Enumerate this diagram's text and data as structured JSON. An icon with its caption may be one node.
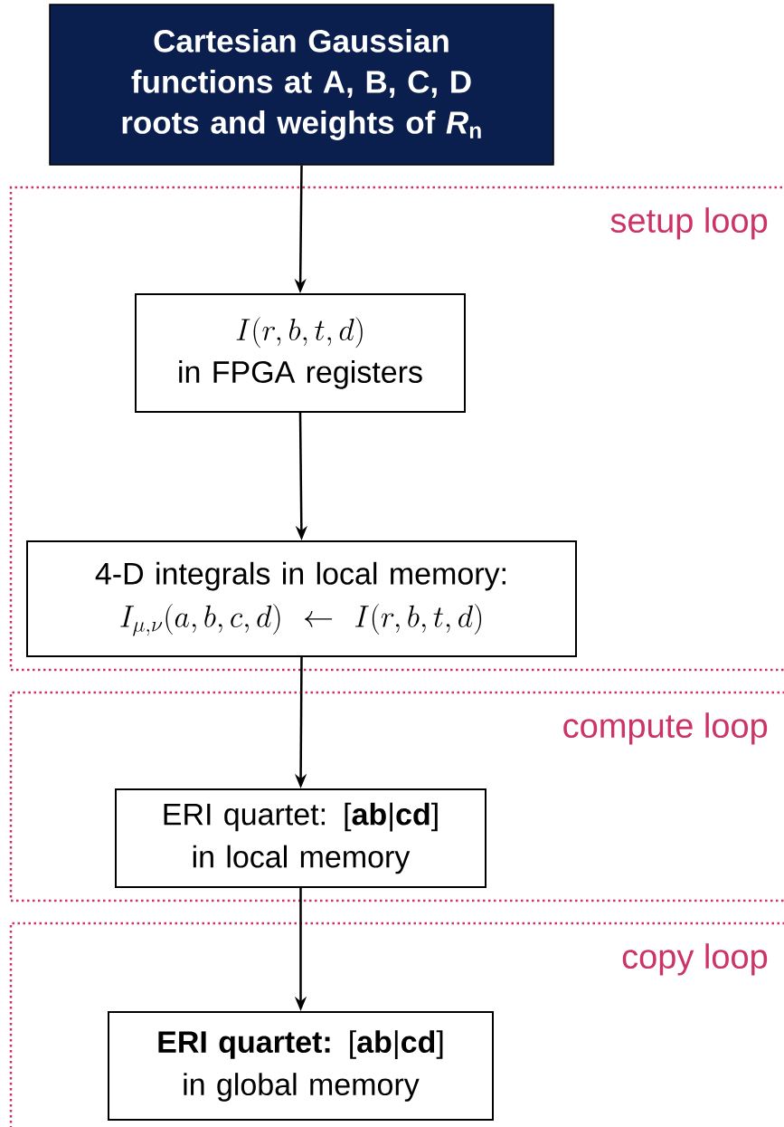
{
  "diagram": {
    "nodes": [
      {
        "text": [
          "Cartesian Gaussian functions at A, B, C, D",
          "roots and weights of *R*$_{n}$"
        ]
      },
      {
        "text": [
          "setup loop"
        ]
      },
      {
        "text": [
          "I(r,b,t,d)",
          "in FPGA registers"
        ],
        "in": 1
      },
      {
        "text": [
          "4-D integrals in local memory:",
          "I_{\\mu,\\nu}(a,b,c,d) \\leftarrow I(r,b,t,d)"
        ],
        "in": 1
      },
      {
        "text": [
          "compute loop"
        ]
      },
      {
        "text": [
          "ERI quartet: [**ab**|**cd**]",
          "in local memory"
        ],
        "in": 4
      },
      {
        "text": [
          "copy loop"
        ]
      },
      {
        "text": [
          "**ERI quartet:** [**ab**|**cd**]",
          "in global memory"
        ],
        "in": 6
      }
    ],
    "edges": [
      {
        "from": 0,
        "to": 2,
        "arrow": "to"
      },
      {
        "from": 2,
        "to": 3,
        "arrow": "to"
      },
      {
        "from": 3,
        "to": 5,
        "arrow": "to"
      },
      {
        "from": 5,
        "to": 7,
        "arrow": "to"
      }
    ]
  }
}
